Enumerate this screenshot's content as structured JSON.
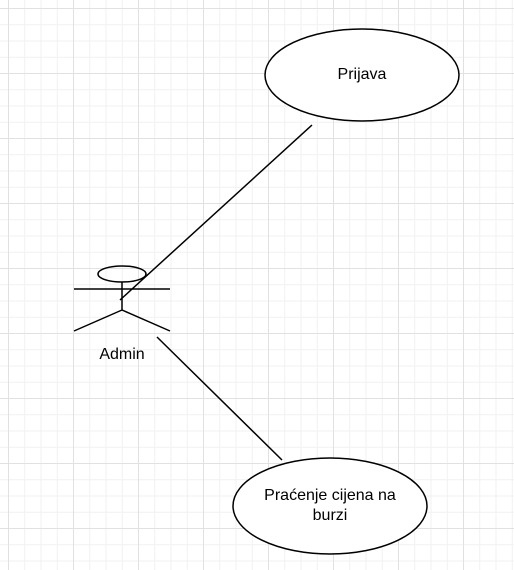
{
  "diagram": {
    "actor": {
      "name": "Admin"
    },
    "use_cases": [
      {
        "label": "Prijava"
      },
      {
        "label": "Praćenje cijena na burzi"
      }
    ]
  }
}
